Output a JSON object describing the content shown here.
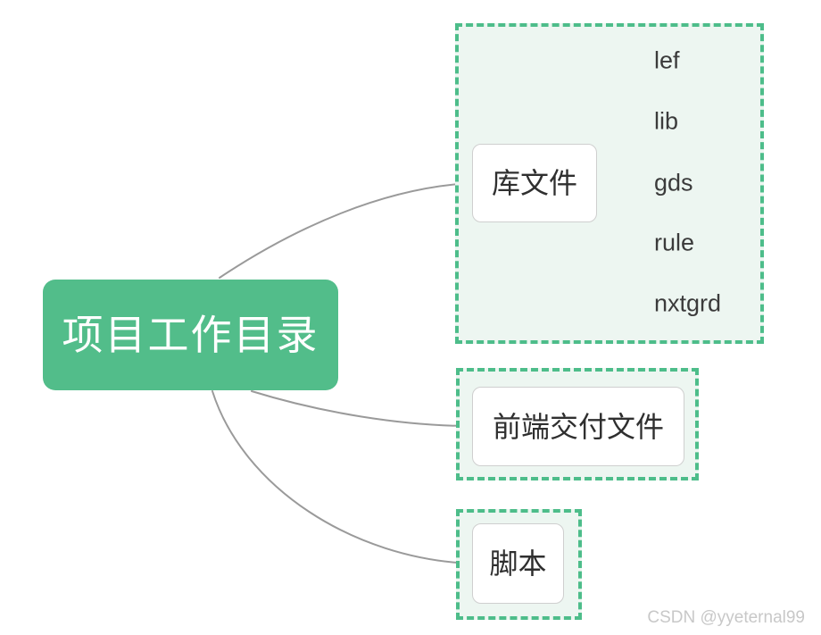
{
  "diagram": {
    "type": "mind-map",
    "root": {
      "label": "项目工作目录",
      "color": "#52bd8a",
      "text_color": "#ffffff"
    },
    "groups": [
      {
        "id": "lib",
        "border_color": "#4dbd8a",
        "fill_color": "#edf6f1",
        "topic": "库文件",
        "children": [
          {
            "label": "lef"
          },
          {
            "label": "lib"
          },
          {
            "label": "gds"
          },
          {
            "label": "rule"
          },
          {
            "label": "nxtgrd"
          }
        ]
      },
      {
        "id": "frontend",
        "border_color": "#4dbd8a",
        "fill_color": "#edf6f1",
        "topic": "前端交付文件",
        "children": []
      },
      {
        "id": "script",
        "border_color": "#4dbd8a",
        "fill_color": "#edf6f1",
        "topic": "脚本",
        "children": []
      }
    ],
    "connector_color": "#9a9a9a"
  },
  "watermark": {
    "text": "CSDN @yyeternal99"
  }
}
